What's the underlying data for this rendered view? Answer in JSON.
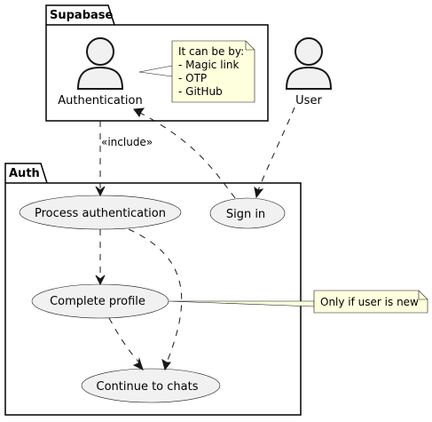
{
  "packages": {
    "supabase": {
      "title": "Supabase"
    },
    "auth": {
      "title": "Auth"
    }
  },
  "actors": {
    "authentication": {
      "label": "Authentication"
    },
    "user": {
      "label": "User"
    }
  },
  "usecases": {
    "process_authentication": {
      "label": "Process authentication"
    },
    "sign_in": {
      "label": "Sign in"
    },
    "complete_profile": {
      "label": "Complete profile"
    },
    "continue_to_chats": {
      "label": "Continue to chats"
    }
  },
  "notes": {
    "auth_methods": {
      "lines": [
        "It can be by:",
        "- Magic link",
        "- OTP",
        "- GitHub"
      ]
    },
    "profile_note": {
      "text": "Only if user is new"
    }
  },
  "edges": {
    "include_label": "«include»"
  },
  "colors": {
    "usecase_fill": "#f1f1f1",
    "note_fill": "#feffdd",
    "line": "#181818"
  }
}
